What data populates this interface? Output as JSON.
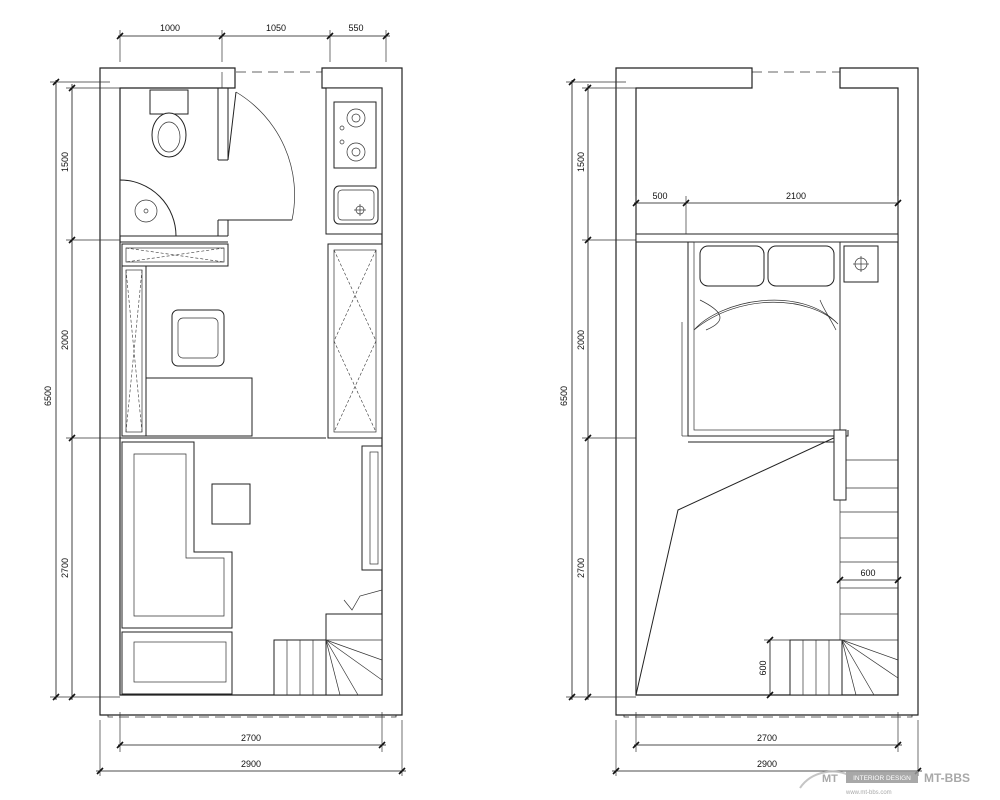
{
  "plans": [
    {
      "id": "ground-floor",
      "top_dims": [
        "1000",
        "1050",
        "550"
      ],
      "left_dims": [
        "1500",
        "2000",
        "2700"
      ],
      "overall_left_dim": "6500",
      "bottom_dims": [
        "2700",
        "2900"
      ]
    },
    {
      "id": "loft-floor",
      "top_dims": [
        "500",
        "2100"
      ],
      "left_dims": [
        "1500",
        "2000",
        "2700"
      ],
      "overall_left_dim": "6500",
      "bottom_dims": [
        "2700",
        "2900"
      ],
      "inner_dims": [
        "600",
        "600"
      ]
    }
  ],
  "watermark": {
    "brand": "MT-BBS",
    "tag": "INTERIOR DESIGN",
    "logo_letters": "MT",
    "url": "www.mt-bbs.com"
  }
}
